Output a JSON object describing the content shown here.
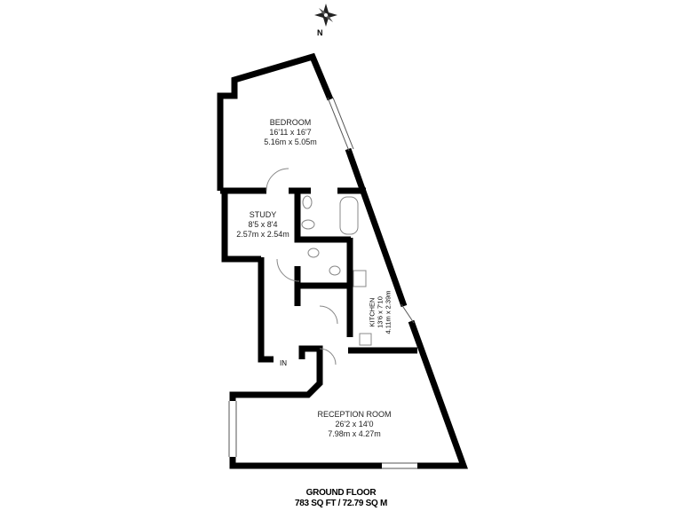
{
  "compass": {
    "label": "N"
  },
  "rooms": [
    {
      "name": "BEDROOM",
      "imperial": "16'11 x 16'7",
      "metric": "5.16m x 5.05m"
    },
    {
      "name": "STUDY",
      "imperial": "8'5 x 8'4",
      "metric": "2.57m x 2.54m"
    },
    {
      "name": "KITCHEN",
      "imperial": "13'6 x 7'10",
      "metric": "4.11m x 2.39m"
    },
    {
      "name": "RECEPTION ROOM",
      "imperial": "26'2 x 14'0",
      "metric": "7.98m x 4.27m"
    }
  ],
  "entrance": {
    "label": "IN"
  },
  "footer": {
    "floor": "GROUND FLOOR",
    "area": "783 SQ FT / 72.79 SQ M"
  },
  "colors": {
    "wall": "#000000",
    "fixture": "#888888"
  }
}
